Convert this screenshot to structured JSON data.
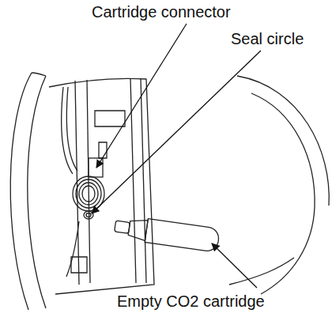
{
  "diagram": {
    "labels": [
      "Cartridge connector",
      "Seal circle",
      "Empty CO2 cartridge"
    ]
  }
}
